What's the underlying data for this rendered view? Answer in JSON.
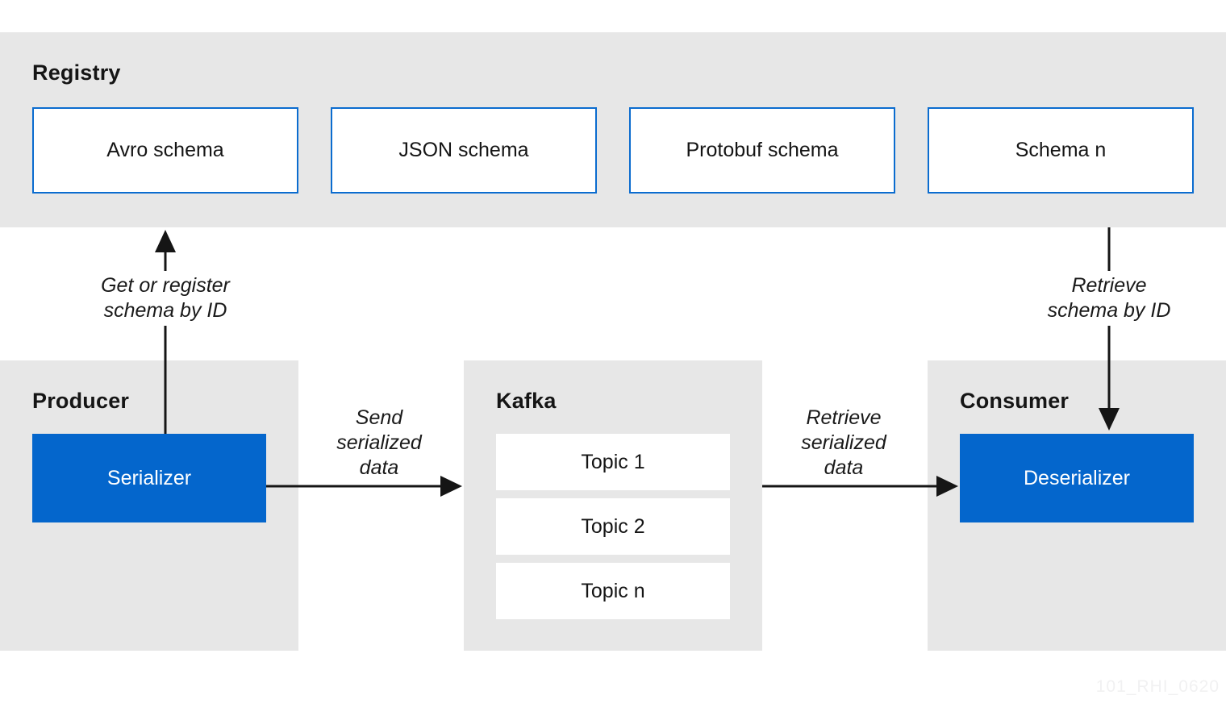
{
  "colors": {
    "band_gray": "#e7e7e7",
    "blue_fill": "#0466cc",
    "blue_border": "#0b6ccf",
    "text_dark": "#151515",
    "box_text_light": "#ffffff",
    "arrow_black": "#151515",
    "watermark_gray": "#f1f1f2"
  },
  "registry": {
    "title": "Registry",
    "schemas": [
      "Avro schema",
      "JSON schema",
      "Protobuf schema",
      "Schema n"
    ]
  },
  "producer": {
    "title": "Producer",
    "component": "Serializer"
  },
  "kafka": {
    "title": "Kafka",
    "topics": [
      "Topic 1",
      "Topic 2",
      "Topic n"
    ]
  },
  "consumer": {
    "title": "Consumer",
    "component": "Deserializer"
  },
  "flow_labels": {
    "get_register": {
      "lines": [
        "Get or register",
        "schema by ID"
      ]
    },
    "retrieve_schema": {
      "lines": [
        "Retrieve",
        "schema by ID"
      ]
    },
    "send_data": {
      "lines": [
        "Send",
        "serialized",
        "data"
      ]
    },
    "retrieve_data": {
      "lines": [
        "Retrieve",
        "serialized",
        "data"
      ]
    }
  },
  "watermark": "101_RHI_0620"
}
